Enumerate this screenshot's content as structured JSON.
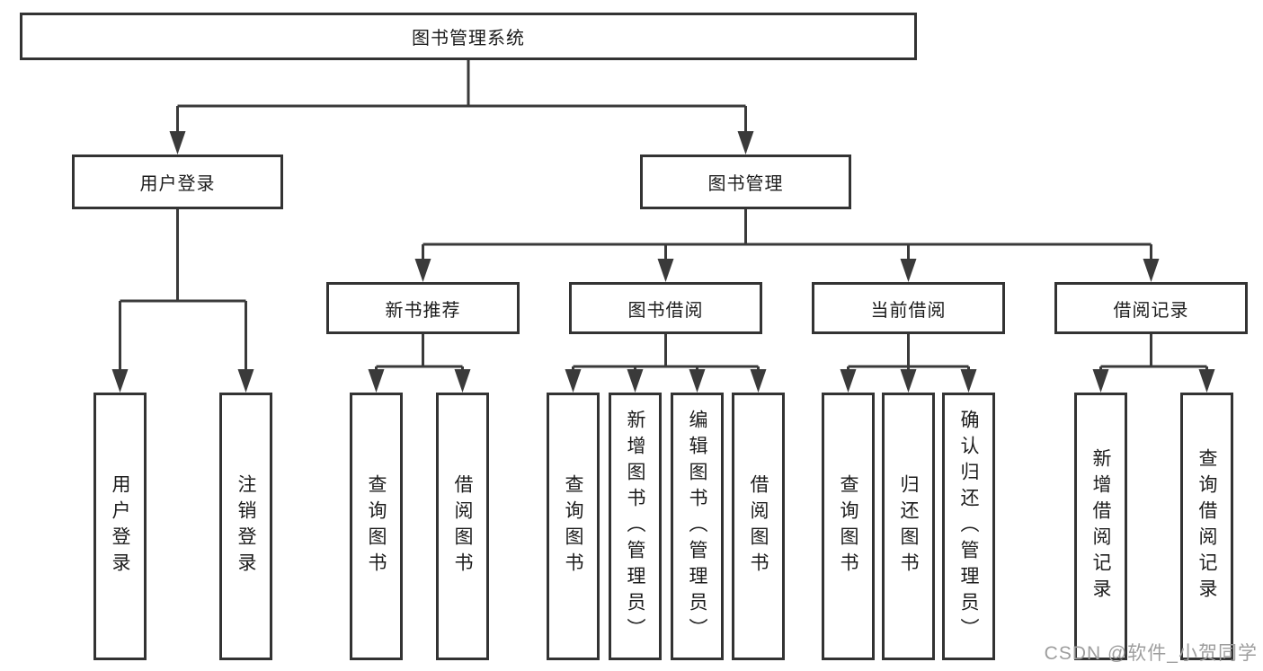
{
  "diagram": {
    "root": {
      "label": "图书管理系统"
    },
    "level2": [
      {
        "label": "用户登录",
        "parent": "图书管理系统"
      },
      {
        "label": "图书管理",
        "parent": "图书管理系统"
      }
    ],
    "level3": [
      {
        "label": "新书推荐",
        "parent": "图书管理"
      },
      {
        "label": "图书借阅",
        "parent": "图书管理"
      },
      {
        "label": "当前借阅",
        "parent": "图书管理"
      },
      {
        "label": "借阅记录",
        "parent": "图书管理"
      }
    ],
    "leaves": [
      {
        "label": "用户登录",
        "parent": "用户登录"
      },
      {
        "label": "注销登录",
        "parent": "用户登录"
      },
      {
        "label": "查询图书",
        "parent": "新书推荐"
      },
      {
        "label": "借阅图书",
        "parent": "新书推荐"
      },
      {
        "label": "查询图书",
        "parent": "图书借阅"
      },
      {
        "label": "新增图书（管理员）",
        "parent": "图书借阅"
      },
      {
        "label": "编辑图书（管理员）",
        "parent": "图书借阅"
      },
      {
        "label": "借阅图书",
        "parent": "图书借阅"
      },
      {
        "label": "查询图书",
        "parent": "当前借阅"
      },
      {
        "label": "归还图书",
        "parent": "当前借阅"
      },
      {
        "label": "确认归还（管理员）",
        "parent": "当前借阅"
      },
      {
        "label": "新增借阅记录",
        "parent": "借阅记录"
      },
      {
        "label": "查询借阅记录",
        "parent": "借阅记录"
      }
    ],
    "watermark": {
      "label": "CSDN @软件_小贺同学"
    },
    "colors": {
      "line": "#3a3a3a",
      "box_border": "#333333",
      "box_fill": "#ffffff",
      "text": "#1c1c1c",
      "watermark": "#9e9e9e",
      "background": "#ffffff"
    }
  }
}
